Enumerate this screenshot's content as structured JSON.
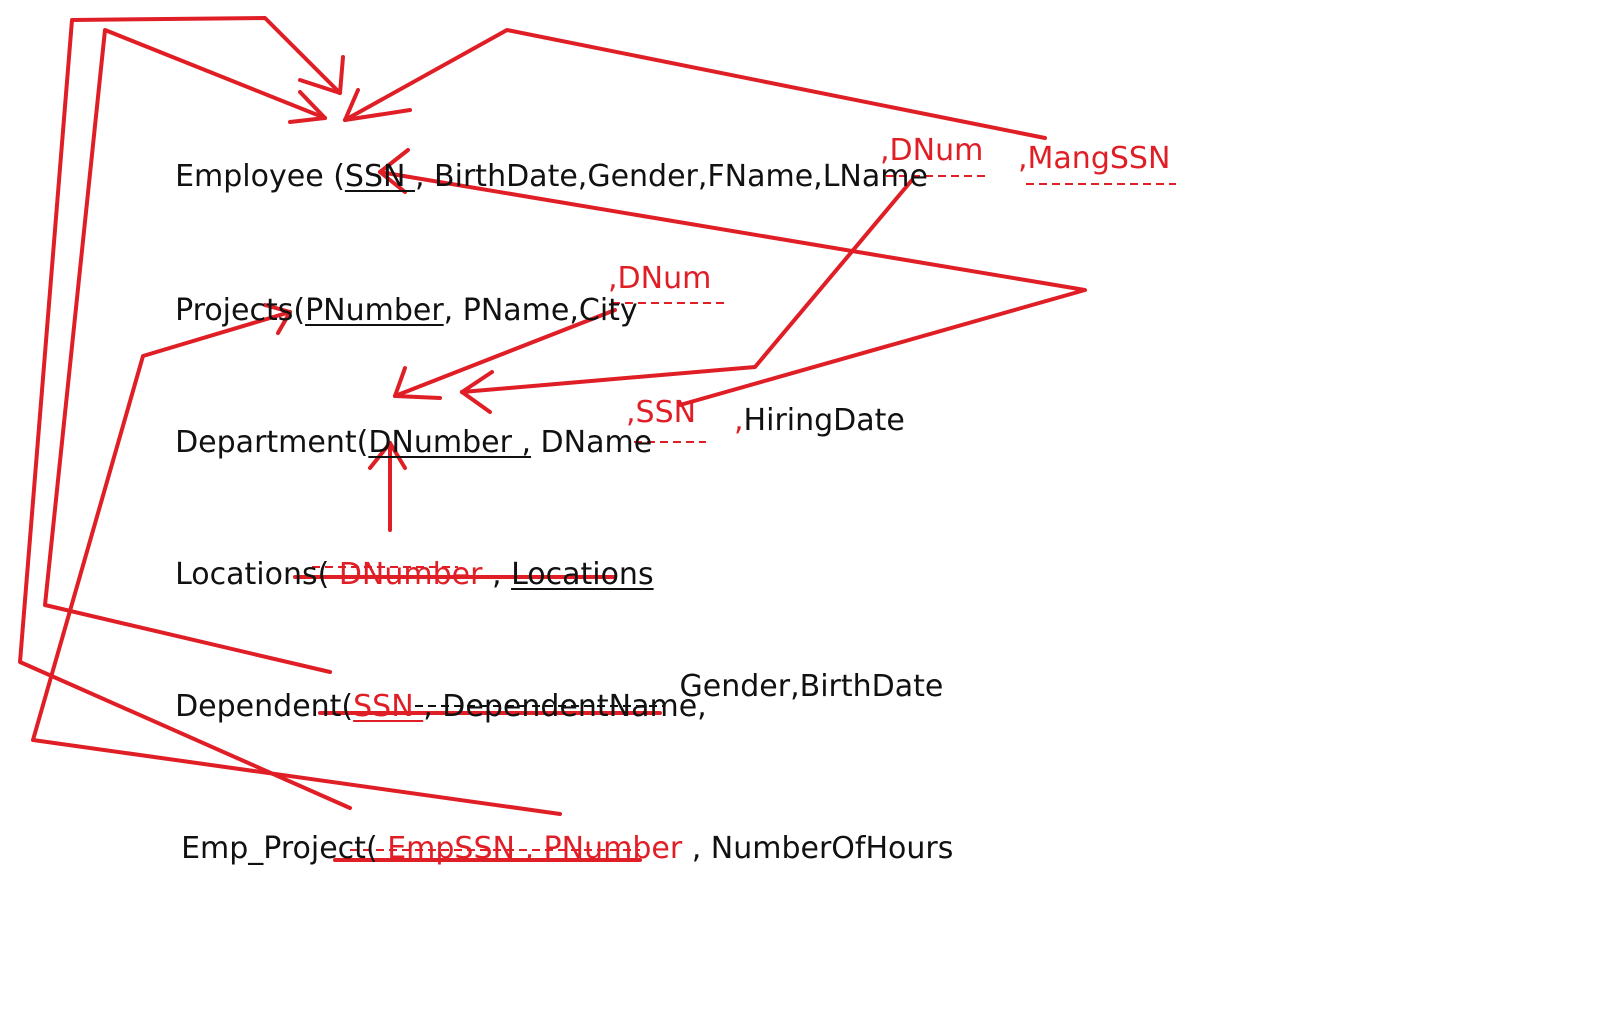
{
  "colors": {
    "text": "#111111",
    "annotation": "#e01e26"
  },
  "relations": {
    "employee": {
      "prefix": "Employee (",
      "ssn": "SSN ",
      "attrs": ", BirthDate,Gender,FName,LName",
      "dnum": ",DNum",
      "mangssn": ",MangSSN"
    },
    "projects": {
      "prefix": "Projects(",
      "pnumber": "PNumber",
      "attrs": ", PName,City",
      "dnum": ",DNum"
    },
    "department": {
      "prefix": "Department(",
      "dnumber": "DNumber ,",
      "attrs": " DName",
      "ssn": ",SSN",
      "comma": ",",
      "hiringdate": "HiringDate"
    },
    "locations": {
      "prefix": "Locations(",
      "dnumber": " DNumber ",
      "sep": ", ",
      "locations": "Locations"
    },
    "dependent": {
      "prefix": "Dependent(",
      "ssn": "SSN ",
      "sep": ", ",
      "dependentname": "DependentName",
      "comma": ",",
      "attrs": " Gender,BirthDate"
    },
    "emp_project": {
      "prefix": "Emp_Project(",
      "empssn": " EmpSSN ",
      "pnumber": ", PNumber",
      "attrs": " , NumberOfHours"
    }
  }
}
